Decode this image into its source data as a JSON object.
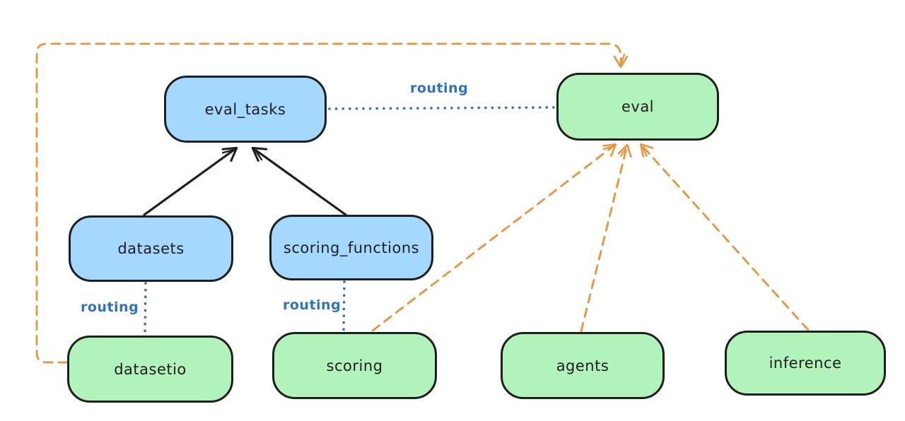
{
  "diagram": {
    "kind": "hand-drawn flow diagram (excalidraw style)",
    "background": "#ffffff",
    "colors": {
      "node_stroke": "#1e1e1e",
      "api_node_fill_blue": "#a5d8ff",
      "provider_node_fill_green": "#b2f2bb",
      "routing_blue": "#2d72c4",
      "dashed_orange": "#ea9339",
      "solid_arrow_black": "#1e1e1e"
    },
    "nodes": {
      "eval_tasks": {
        "label": "eval_tasks",
        "fill": "#a5d8ff"
      },
      "eval": {
        "label": "eval",
        "fill": "#b2f2bb"
      },
      "datasets": {
        "label": "datasets",
        "fill": "#a5d8ff"
      },
      "scoring_functions": {
        "label": "scoring_functions",
        "fill": "#a5d8ff"
      },
      "datasetio": {
        "label": "datasetio",
        "fill": "#b2f2bb"
      },
      "scoring": {
        "label": "scoring",
        "fill": "#b2f2bb"
      },
      "agents": {
        "label": "agents",
        "fill": "#b2f2bb"
      },
      "inference": {
        "label": "inference",
        "fill": "#b2f2bb"
      }
    },
    "edges": [
      {
        "from": "datasets",
        "to": "eval_tasks",
        "style": "solid",
        "color": "#1e1e1e",
        "arrowhead": "open",
        "label": ""
      },
      {
        "from": "scoring_functions",
        "to": "eval_tasks",
        "style": "solid",
        "color": "#1e1e1e",
        "arrowhead": "open",
        "label": ""
      },
      {
        "from": "eval_tasks",
        "to": "eval",
        "style": "dotted",
        "color": "#2d72c4",
        "arrowhead": "none",
        "label": "routing"
      },
      {
        "from": "datasets",
        "to": "datasetio",
        "style": "dotted",
        "color": "#2d72c4",
        "arrowhead": "none",
        "label": "routing"
      },
      {
        "from": "scoring_functions",
        "to": "scoring",
        "style": "dotted",
        "color": "#2d72c4",
        "arrowhead": "none",
        "label": "routing"
      },
      {
        "from": "datasetio",
        "to": "eval",
        "style": "dashed",
        "color": "#ea9339",
        "arrowhead": "open",
        "label": "",
        "route": "left-up-across-top-down"
      },
      {
        "from": "scoring",
        "to": "eval",
        "style": "dashed",
        "color": "#ea9339",
        "arrowhead": "open",
        "label": ""
      },
      {
        "from": "agents",
        "to": "eval",
        "style": "dashed",
        "color": "#ea9339",
        "arrowhead": "open",
        "label": ""
      },
      {
        "from": "inference",
        "to": "eval",
        "style": "dashed",
        "color": "#ea9339",
        "arrowhead": "open",
        "label": ""
      }
    ]
  }
}
